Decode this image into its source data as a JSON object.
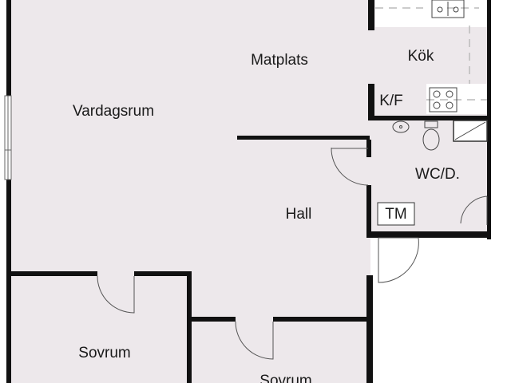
{
  "floorplan": {
    "rooms": {
      "matplats": "Matplats",
      "kok": "Kök",
      "vardagsrum": "Vardagsrum",
      "kf": "K/F",
      "wc": "WC/D.",
      "hall": "Hall",
      "tm": "TM",
      "sovrum1": "Sovrum",
      "sovrum2": "Sovrum"
    }
  }
}
